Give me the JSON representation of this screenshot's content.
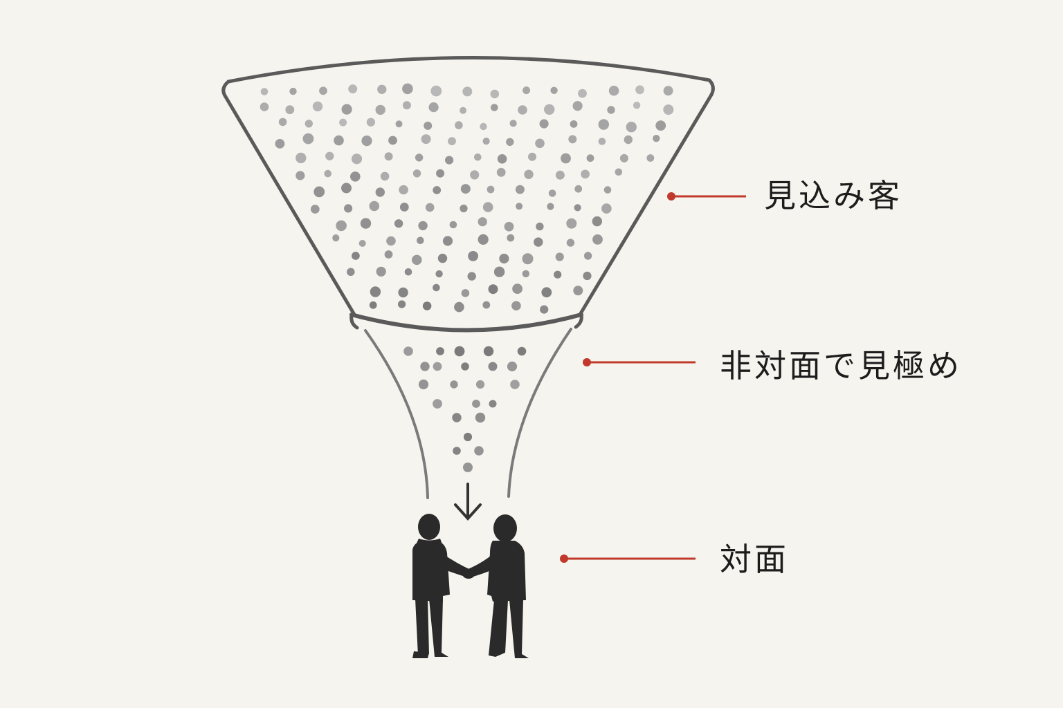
{
  "labels": {
    "prospects": "見込み客",
    "remote_screening": "非対面で見極め",
    "in_person": "対面"
  },
  "colors": {
    "background": "#f6f4ee",
    "funnel_stroke": "#5a5a5a",
    "dot_light": "#b4b4b4",
    "dot_dark": "#6e6e6e",
    "accent_red": "#c0392b",
    "silhouette": "#2a2a2a"
  },
  "icons": {
    "arrow": "arrow-down-icon",
    "people": "handshake-figures-icon"
  }
}
